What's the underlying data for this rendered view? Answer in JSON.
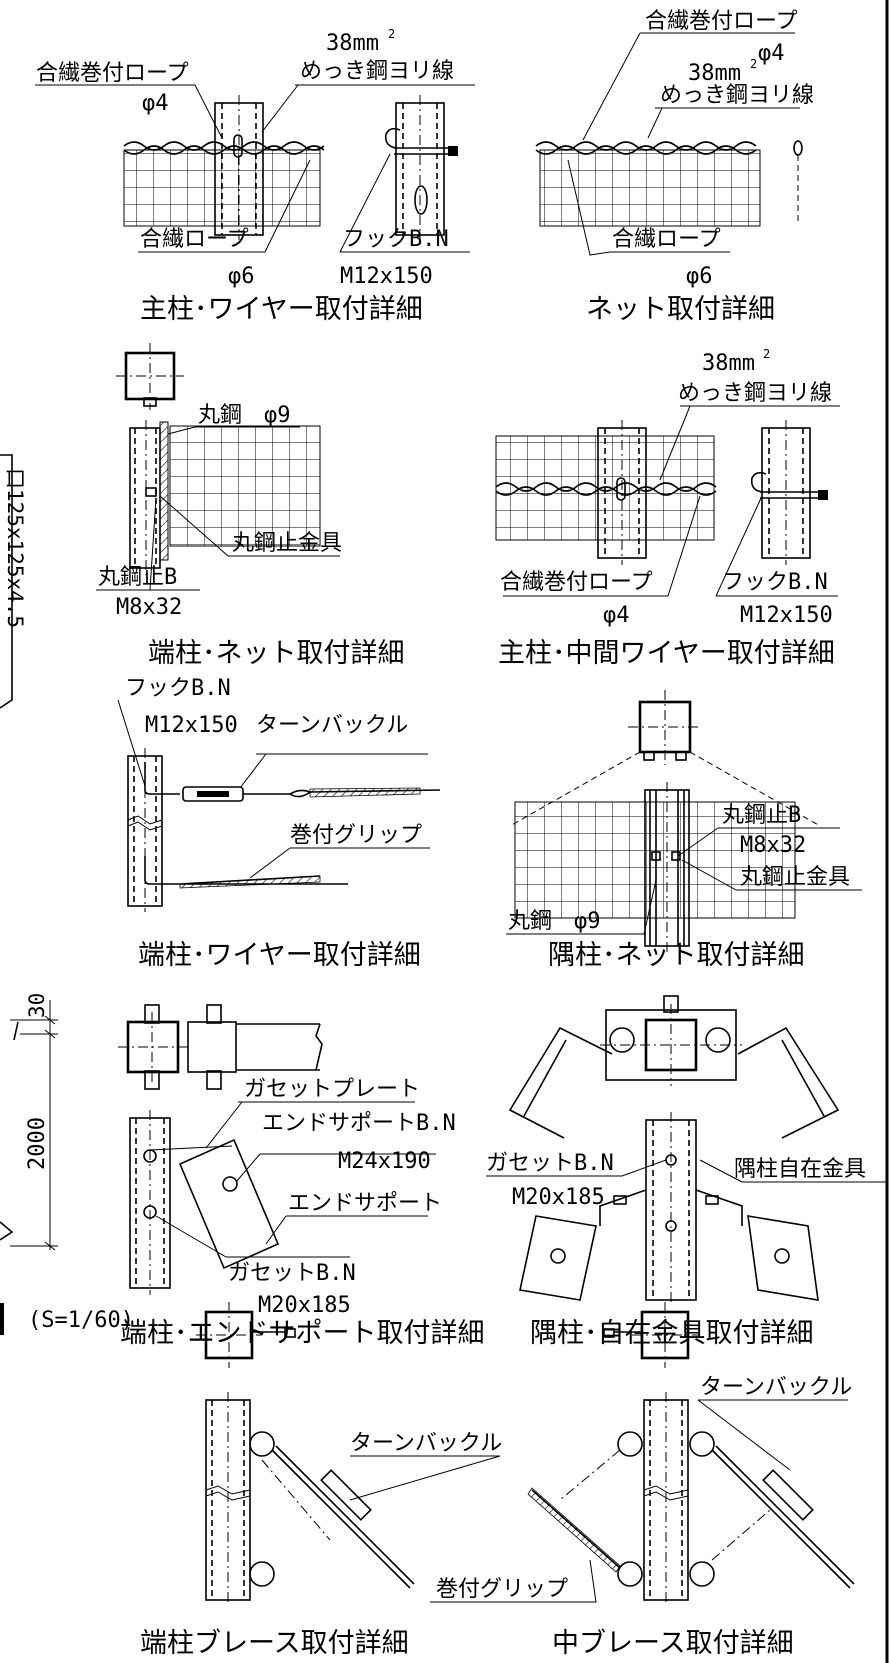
{
  "labels": {
    "p1": {
      "wrap_rope": "合繊巻付ロープ",
      "wrap_rope_size": "φ4",
      "wire_area": "38mm",
      "wire_area_sup": "2",
      "wire_name": "めっき鋼ヨリ線",
      "rope": "合繊ロープ",
      "rope_size": "φ6",
      "hook_bolt": "フックB.N",
      "hook_bolt_size": "M12x150",
      "title": "主柱･ワイヤー取付詳細"
    },
    "p2": {
      "wrap_rope": "合繊巻付ロープ",
      "wrap_rope_size": "φ4",
      "wire_area": "38mm",
      "wire_area_sup": "2",
      "wire_name": "めっき鋼ヨリ線",
      "rope": "合繊ロープ",
      "rope_size": "φ6",
      "title": "ネット取付詳細"
    },
    "p3": {
      "round_steel": "丸鋼",
      "round_steel_size": "φ9",
      "fitting": "丸鋼止金具",
      "stop_bolt": "丸鋼止B",
      "stop_bolt_size": "M8x32",
      "title": "端柱･ネット取付詳細"
    },
    "p4": {
      "wire_area": "38mm",
      "wire_area_sup": "2",
      "wire_name": "めっき鋼ヨリ線",
      "wrap_rope": "合繊巻付ロープ",
      "wrap_rope_size": "φ4",
      "hook_bolt": "フックB.N",
      "hook_bolt_size": "M12x150",
      "title": "主柱･中間ワイヤー取付詳細"
    },
    "p5": {
      "hook_bolt": "フックB.N",
      "hook_bolt_size": "M12x150",
      "turnbuckle": "ターンバックル",
      "grip": "巻付グリップ",
      "title": "端柱･ワイヤー取付詳細"
    },
    "p6": {
      "stop_bolt": "丸鋼止B",
      "stop_bolt_size": "M8x32",
      "fitting": "丸鋼止金具",
      "round_steel": "丸鋼",
      "round_steel_size": "φ9",
      "title": "隅柱･ネット取付詳細"
    },
    "p7": {
      "gusset_plate": "ガセットプレート",
      "es_bolt": "エンドサポートB.N",
      "es_bolt_size": "M24x190",
      "end_support": "エンドサポート",
      "gusset_bolt": "ガセットB.N",
      "gusset_bolt_size": "M20x185",
      "title": "端柱･エンドサポート取付詳細"
    },
    "p8": {
      "gusset_bolt": "ガセットB.N",
      "gusset_bolt_size": "M20x185",
      "corner_fitting": "隅柱自在金具",
      "title": "隅柱･自在金具取付詳細"
    },
    "p9": {
      "turnbuckle": "ターンバックル",
      "title": "端柱ブレース取付詳細"
    },
    "p10": {
      "turnbuckle": "ターンバックル",
      "grip": "巻付グリップ",
      "title": "中ブレース取付詳細"
    },
    "left": {
      "dim_30": "30",
      "dim_2000": "2000",
      "scale": "(S=1/60)",
      "cut_text": "口125x125x4.5"
    }
  }
}
